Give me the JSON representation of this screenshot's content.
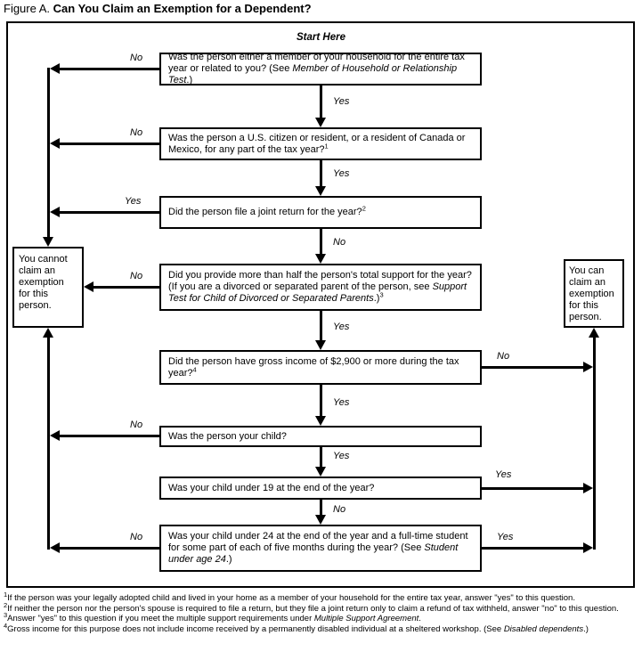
{
  "title": {
    "prefix": "Figure A.",
    "main": "Can You Claim an Exemption for a Dependent?"
  },
  "start_here": "Start Here",
  "colors": {
    "line": "#000000",
    "background": "#ffffff",
    "text": "#000000"
  },
  "questions": [
    {
      "pre": "Was the person either a member of your household for the entire tax year or related to you? (See ",
      "italic": "Member of Household or Relationship Test",
      "post": ".)",
      "sup": ""
    },
    {
      "pre": "Was the person a U.S. citizen or resident, or a resident of Canada or Mexico, for any part of the tax year?",
      "italic": "",
      "post": "",
      "sup": "1"
    },
    {
      "pre": "Did the person file a joint return for the year?",
      "italic": "",
      "post": "",
      "sup": "2"
    },
    {
      "pre": "Did you provide more than half the person's total support for the year? (If you are a divorced or separated parent of the person, see ",
      "italic": "Support Test for Child of Divorced or Separated Parents",
      "post": ".)",
      "sup": "3"
    },
    {
      "pre": "Did the person have gross income of $2,900 or more during the tax year?",
      "italic": "",
      "post": "",
      "sup": "4"
    },
    {
      "pre": "Was the person your child?",
      "italic": "",
      "post": "",
      "sup": ""
    },
    {
      "pre": "Was your child under 19 at the end of the year?",
      "italic": "",
      "post": "",
      "sup": ""
    },
    {
      "pre": "Was your child under 24 at the end of the year and a full-time student for some part of each of five months during the year? (See ",
      "italic": "Student under age 24",
      "post": ".)",
      "sup": ""
    }
  ],
  "results": {
    "cannot": "You cannot claim an exemption for this person.",
    "can": "You can claim an exemption for this person."
  },
  "arrows": {
    "q1": {
      "left": "No",
      "down": "Yes"
    },
    "q2": {
      "left": "No",
      "down": "Yes"
    },
    "q3": {
      "left": "Yes",
      "down": "No"
    },
    "q4": {
      "left": "No",
      "down": "Yes"
    },
    "q5": {
      "right": "No",
      "down": "Yes"
    },
    "q6": {
      "left": "No",
      "down": "Yes"
    },
    "q7": {
      "right": "Yes",
      "down": "No"
    },
    "q8": {
      "left": "No",
      "right": "Yes"
    }
  },
  "footnotes": [
    {
      "sup": "1",
      "pre": "If the person was your legally adopted child and lived in your home as a member of your household for the entire tax year, answer \"yes\" to this question.",
      "italic": "",
      "post": ""
    },
    {
      "sup": "2",
      "pre": "If neither the person nor the person's spouse is required to file a return, but they file a joint return only to claim a refund of tax withheld, answer \"no\" to this question.",
      "italic": "",
      "post": ""
    },
    {
      "sup": "3",
      "pre": "Answer \"yes\" to this question if you meet the multiple support requirements under ",
      "italic": "Multiple Support Agreement",
      "post": "."
    },
    {
      "sup": "4",
      "pre": "Gross income for this purpose does not include income received by a permanently disabled individual at a sheltered workshop. (See ",
      "italic": "Disabled dependents",
      "post": ".)"
    }
  ]
}
